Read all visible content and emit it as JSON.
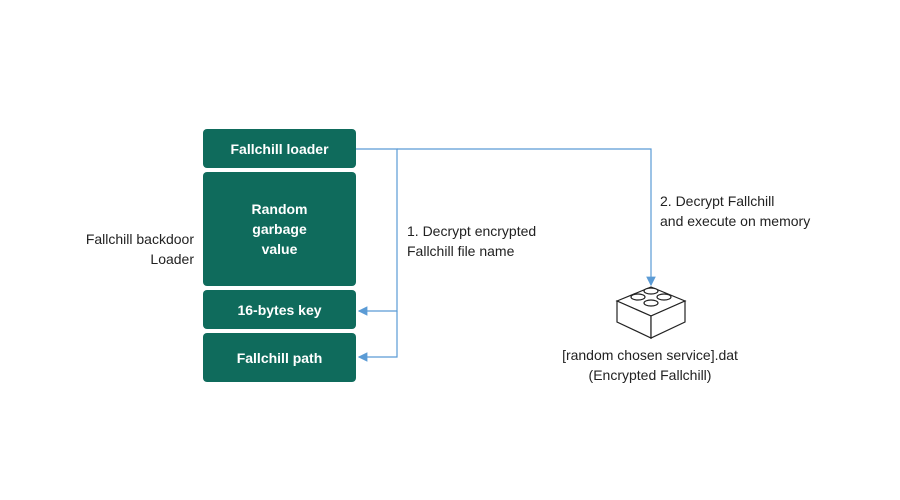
{
  "loader_group_label": [
    "Fallchill backdoor",
    "Loader"
  ],
  "boxes": {
    "loader": "Fallchill loader",
    "garbage": [
      "Random",
      "garbage",
      "value"
    ],
    "key": "16-bytes key",
    "path": "Fallchill path"
  },
  "steps": {
    "step1": [
      "1. Decrypt encrypted",
      "Fallchill file name"
    ],
    "step2": [
      "2. Decrypt Fallchill",
      "and execute on memory"
    ]
  },
  "file": {
    "icon": "lego-brick-icon",
    "name": "[random chosen service].dat",
    "desc": "(Encrypted Fallchill)"
  },
  "colors": {
    "box": "#0f6b5c",
    "arrow": "#5b9bd5"
  }
}
